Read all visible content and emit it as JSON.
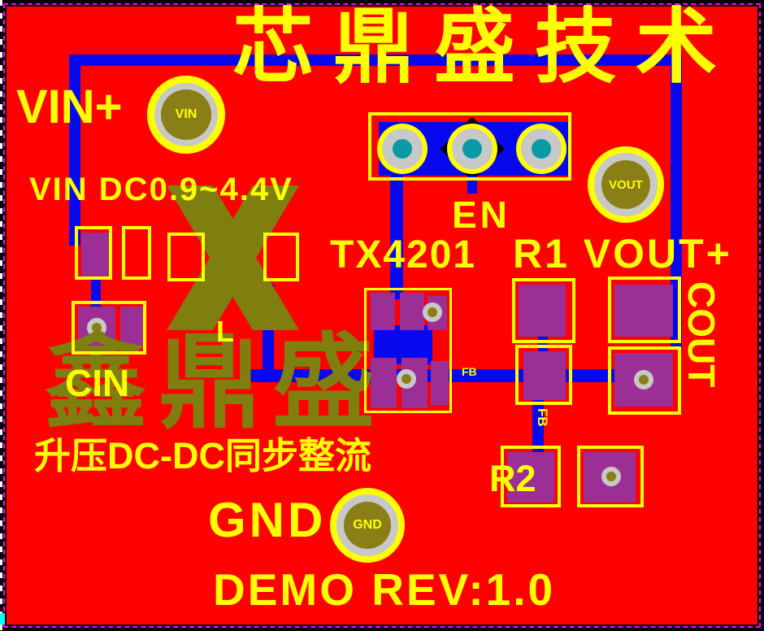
{
  "view": {
    "type": "pcb-layout-canvas"
  },
  "silkscreen": {
    "title": "芯鼎盛技术",
    "vin_plus": "VIN+",
    "vin_spec": "VIN  DC0.9~4.4V",
    "en": "EN",
    "chip": "TX4201",
    "r1_vout": "R1 VOUT+",
    "cin": "CIN",
    "cout": "COUT",
    "inductor": "L",
    "description": "升压DC-DC同步整流",
    "r2": "R2",
    "gnd": "GND",
    "demo_rev": "DEMO REV:1.0",
    "fb": "FB"
  },
  "pads": {
    "vin": "VIN",
    "vout": "VOUT",
    "gnd": "GND"
  },
  "artwork": {
    "watermark": "鑫鼎盛",
    "logo_glyph": "X"
  },
  "colors": {
    "board": "#FF0000",
    "silkscreen": "#FFFF00",
    "trace": "#0808EE",
    "smd_pad": "#9C2F96",
    "artwork_olive": "#7F7F0F",
    "board_outline": "#FF00FF",
    "pad_ring": "#C8C8C8",
    "pad_hole": "#8A7F16",
    "via_plating": "#0A9AA6",
    "background": "#000000"
  }
}
